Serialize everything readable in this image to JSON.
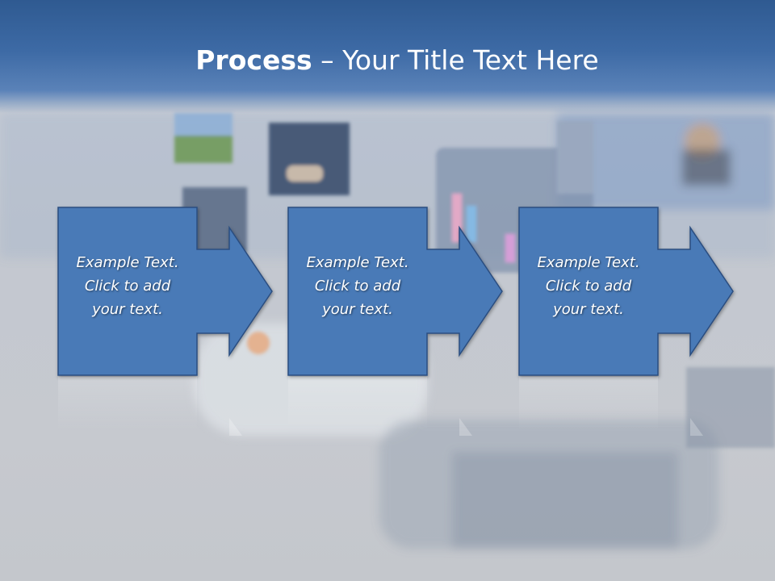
{
  "title": {
    "bold": "Process",
    "rest": " – Your Title Text Here"
  },
  "steps": [
    {
      "line1": "Example Text.",
      "line2": "Click  to add",
      "line3": "your text."
    },
    {
      "line1": "Example Text.",
      "line2": "Click  to add",
      "line3": "your text."
    },
    {
      "line1": "Example Text.",
      "line2": "Click  to add",
      "line3": "your text."
    }
  ],
  "colors": {
    "box_fill": "#4a7ab7",
    "box_stroke": "#2b4e80",
    "header": "#3d6aa5",
    "text": "#ffffff"
  }
}
